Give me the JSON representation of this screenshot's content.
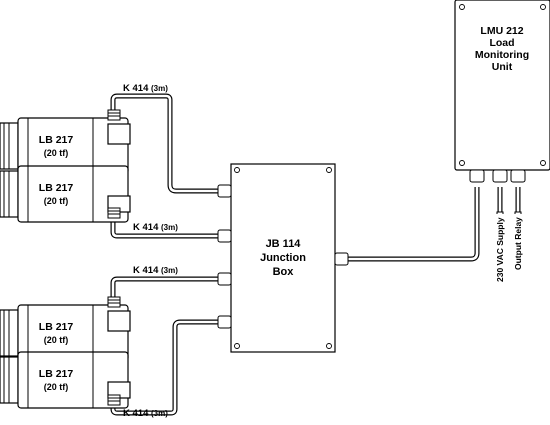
{
  "diagram": {
    "lmu": {
      "line1": "LMU 212",
      "line2": "Load",
      "line3": "Monitoring",
      "line4": "Unit"
    },
    "junction": {
      "line1": "JB 114",
      "line2": "Junction",
      "line3": "Box"
    },
    "load_cells": [
      {
        "model": "LB 217",
        "capacity": "(20 tf)"
      },
      {
        "model": "LB 217",
        "capacity": "(20 tf)"
      },
      {
        "model": "LB 217",
        "capacity": "(20 tf)"
      },
      {
        "model": "LB 217",
        "capacity": "(20 tf)"
      }
    ],
    "cables": [
      {
        "model": "K 414",
        "length": "(3m)"
      },
      {
        "model": "K 414",
        "length": "(3m)"
      },
      {
        "model": "K 414",
        "length": "(3m)"
      },
      {
        "model": "K 414",
        "length": "(3m)"
      }
    ],
    "lmu_outputs": {
      "supply": "230 VAC Supply",
      "relay": "Output Relay"
    }
  }
}
